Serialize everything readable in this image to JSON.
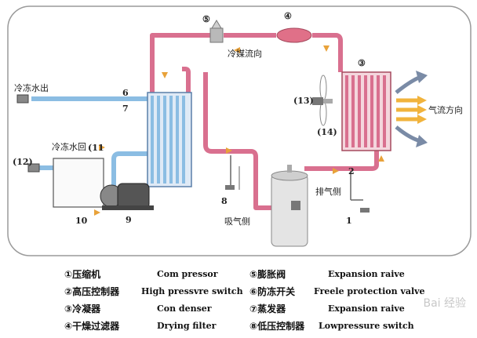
{
  "diagram": {
    "callouts": {
      "n5": "⑤",
      "n4": "④",
      "n3": "③",
      "n6": "6",
      "n7": "7",
      "n2": "2",
      "n8": "8",
      "n1": "1",
      "n9": "9",
      "n10": "10",
      "n11": "(11",
      "n12": "(12)",
      "n13": "(13)",
      "n14": "(14)"
    },
    "labels": {
      "condenser_flow": "冷媒流向",
      "chilled_water_out": "冷冻水出",
      "chilled_water_return": "冷冻水回",
      "airflow_direction": "气流方向",
      "discharge_side": "排气侧",
      "suction_side": "吸气侧"
    },
    "colors": {
      "hot_pipe": "#d9708f",
      "cold_pipe": "#8bbde3",
      "arrow": "#e8a23a",
      "frame": "#9a9a9a"
    }
  },
  "legend": [
    {
      "cn": "①压缩机",
      "en": "Com pressor"
    },
    {
      "cn": "②高压控制器",
      "en": "High pressvre switch"
    },
    {
      "cn": "③冷凝器",
      "en": "Con denser"
    },
    {
      "cn": "④干燥过滤器",
      "en": "Drying filter"
    },
    {
      "cn": "⑤膨胀阀",
      "en": "Expansion raive"
    },
    {
      "cn": "⑥防冻开关",
      "en": "Freele protection valve"
    },
    {
      "cn": "⑦蒸发器",
      "en": "Expansion raive"
    },
    {
      "cn": "⑧低压控制器",
      "en": "Lowpressure switch"
    }
  ],
  "watermark": "Bai 经验"
}
